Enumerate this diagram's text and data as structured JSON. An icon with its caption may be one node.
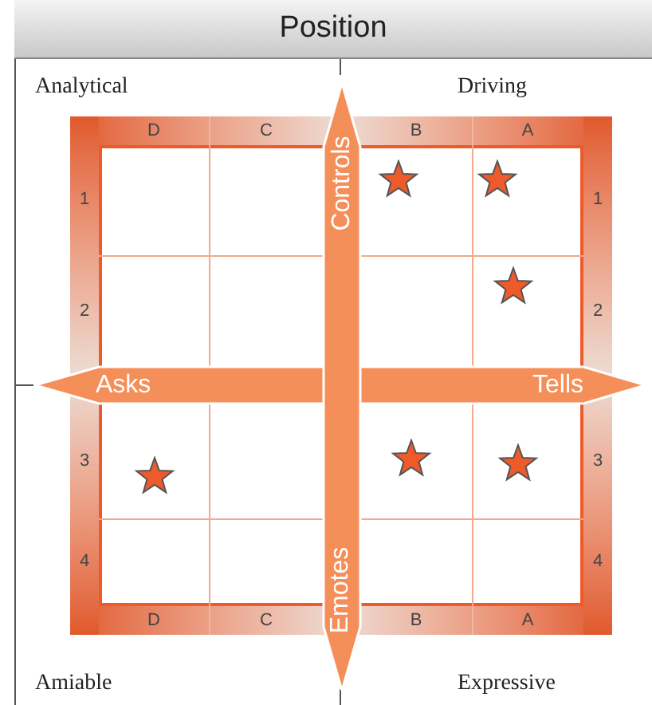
{
  "diagram": {
    "title": "Position",
    "labels": [
      "Analytical",
      "Driving",
      "D",
      "C",
      "B",
      "A",
      "Controls",
      "1",
      "1",
      "2",
      "2",
      "Asks",
      "Tells",
      "3",
      "3",
      "Emotes",
      "4",
      "4",
      "D",
      "C",
      "B",
      "A",
      "Amiable",
      "Expressive"
    ]
  }
}
